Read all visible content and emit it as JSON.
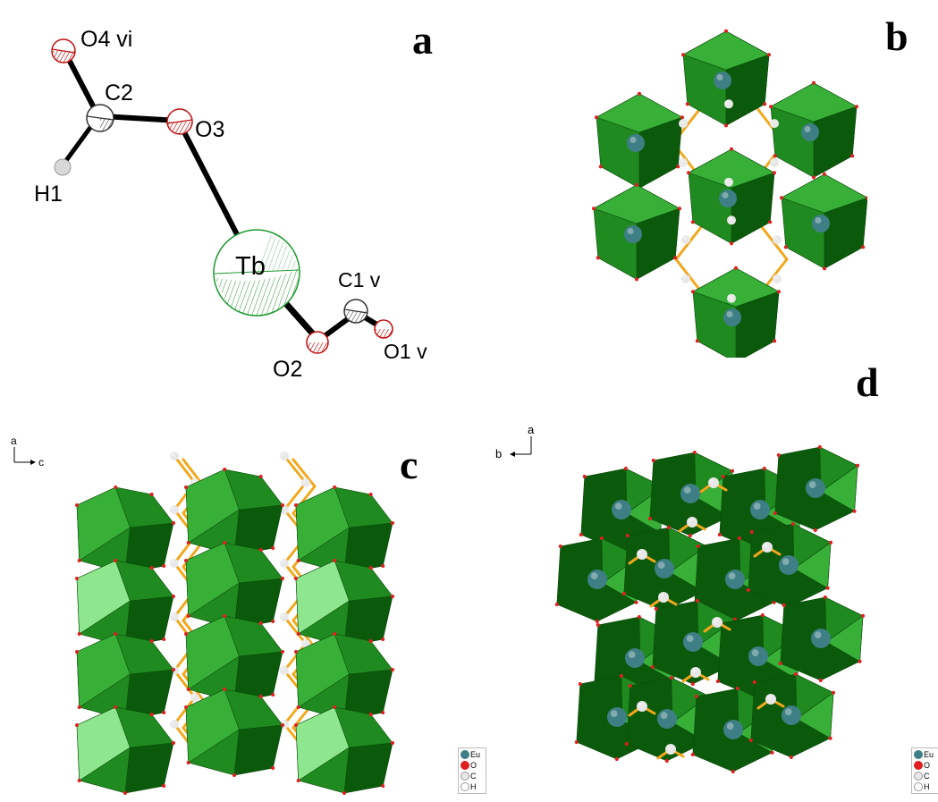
{
  "panel_letters": {
    "a": "a",
    "b": "b",
    "c": "c",
    "d": "d"
  },
  "panel_a": {
    "atom_labels": {
      "o4": "O4 vi",
      "c2": "C2",
      "o3": "O3",
      "h1": "H1",
      "tb": "Tb",
      "c1": "C1 v",
      "o2": "O2",
      "o1": "O1 v"
    }
  },
  "axes": {
    "c": {
      "vertical": "a",
      "horizontal": "c"
    },
    "d": {
      "vertical": "a",
      "horizontal": "b"
    }
  },
  "legend": [
    "Eu",
    "O",
    "C",
    "H"
  ],
  "colors": {
    "poly_dark": "#0b5a0b",
    "poly_mid": "#1f8a1f",
    "poly_light": "#38b038",
    "poly_pale": "#8ee68e",
    "metal": "#3e7f85",
    "oxygen": "#e02020",
    "carbon": "#e8e8e8",
    "bond": "#f2a81d"
  }
}
